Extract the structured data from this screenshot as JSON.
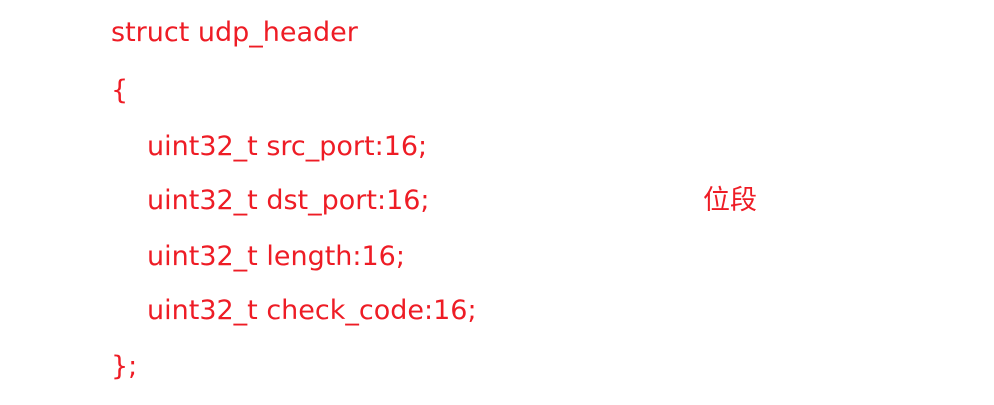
{
  "code": {
    "lines": [
      "struct udp_header",
      "{",
      "uint32_t src_port:16;",
      "uint32_t dst_port:16;",
      "uint32_t length:16;",
      "uint32_t check_code:16;",
      "};"
    ]
  },
  "annotation": {
    "text": "位段"
  },
  "colors": {
    "text": "#ee1c25",
    "background": "#ffffff"
  }
}
